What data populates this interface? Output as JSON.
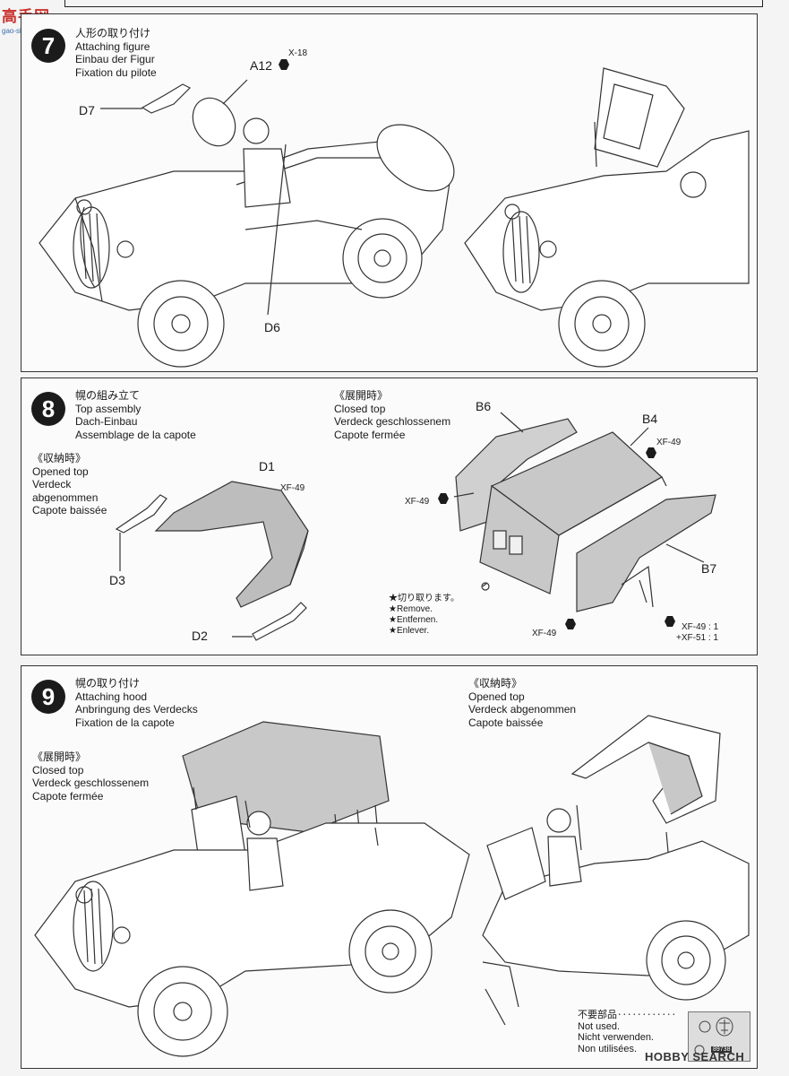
{
  "watermark": {
    "top_left_glyphs": "高手网",
    "top_left_url": "gao-shou.com",
    "bottom_right": "HOBBY SEARCH"
  },
  "step7": {
    "number": "7",
    "title_jp": "人形の取り付け",
    "title_en": "Attaching figure",
    "title_de": "Einbau der Figur",
    "title_fr": "Fixation du pilote",
    "parts": {
      "a12": "A12",
      "x18": "X-18",
      "d7": "D7",
      "d6": "D6"
    }
  },
  "step8": {
    "number": "8",
    "title_jp": "幌の組み立て",
    "title_en": "Top assembly",
    "title_de": "Dach-Einbau",
    "title_fr": "Assemblage de la capote",
    "opened": {
      "jp": "《収納時》",
      "en": "Opened top",
      "de1": "Verdeck",
      "de2": "abgenommen",
      "fr": "Capote baissée"
    },
    "closed": {
      "jp": "《展開時》",
      "en": "Closed top",
      "de": "Verdeck geschlossenem",
      "fr": "Capote fermée"
    },
    "parts": {
      "d1": "D1",
      "d2": "D2",
      "d3": "D3",
      "b4": "B4",
      "b6": "B6",
      "b7": "B7"
    },
    "paints": {
      "xf49_d1": "XF-49",
      "xf49_b4": "XF-49",
      "xf49_left": "XF-49",
      "xf49_bottom": "XF-49",
      "mix_line1": "XF-49 : 1",
      "mix_line2": "+XF-51 : 1"
    },
    "remove": {
      "jp": "★切り取ります。",
      "en": "★Remove.",
      "de": "★Entfernen.",
      "fr": "★Enlever."
    }
  },
  "step9": {
    "number": "9",
    "title_jp": "幌の取り付け",
    "title_en": "Attaching hood",
    "title_de": "Anbringung des Verdecks",
    "title_fr": "Fixation de la capote",
    "closed": {
      "jp": "《展開時》",
      "en": "Closed top",
      "de": "Verdeck geschlossenem",
      "fr": "Capote fermée"
    },
    "opened": {
      "jp": "《収納時》",
      "en": "Opened top",
      "de": "Verdeck abgenommen",
      "fr": "Capote baissée"
    }
  },
  "not_used": {
    "jp": "不要部品‥‥‥‥‥‥",
    "en": "Not used.",
    "de": "Nicht verwenden.",
    "fr": "Non utilisées.",
    "part_number": "89738"
  }
}
